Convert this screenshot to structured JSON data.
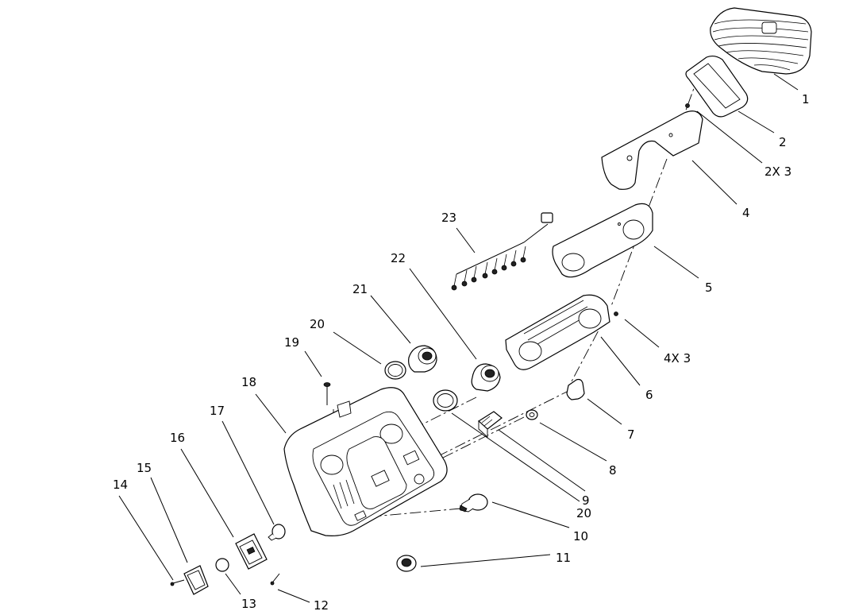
{
  "callouts": [
    {
      "id": "1",
      "text": "1"
    },
    {
      "id": "2",
      "text": "2"
    },
    {
      "id": "2x3",
      "text": "2X 3"
    },
    {
      "id": "4",
      "text": "4"
    },
    {
      "id": "5",
      "text": "5"
    },
    {
      "id": "4x3",
      "text": "4X 3"
    },
    {
      "id": "6",
      "text": "6"
    },
    {
      "id": "7",
      "text": "7"
    },
    {
      "id": "8",
      "text": "8"
    },
    {
      "id": "9",
      "text": "9"
    },
    {
      "id": "20b",
      "text": "20"
    },
    {
      "id": "10",
      "text": "10"
    },
    {
      "id": "11",
      "text": "11"
    },
    {
      "id": "12",
      "text": "12"
    },
    {
      "id": "13",
      "text": "13"
    },
    {
      "id": "14",
      "text": "14"
    },
    {
      "id": "15",
      "text": "15"
    },
    {
      "id": "16",
      "text": "16"
    },
    {
      "id": "17",
      "text": "17"
    },
    {
      "id": "18",
      "text": "18"
    },
    {
      "id": "19",
      "text": "19"
    },
    {
      "id": "20a",
      "text": "20"
    },
    {
      "id": "21",
      "text": "21"
    },
    {
      "id": "22",
      "text": "22"
    },
    {
      "id": "23",
      "text": "23"
    }
  ]
}
